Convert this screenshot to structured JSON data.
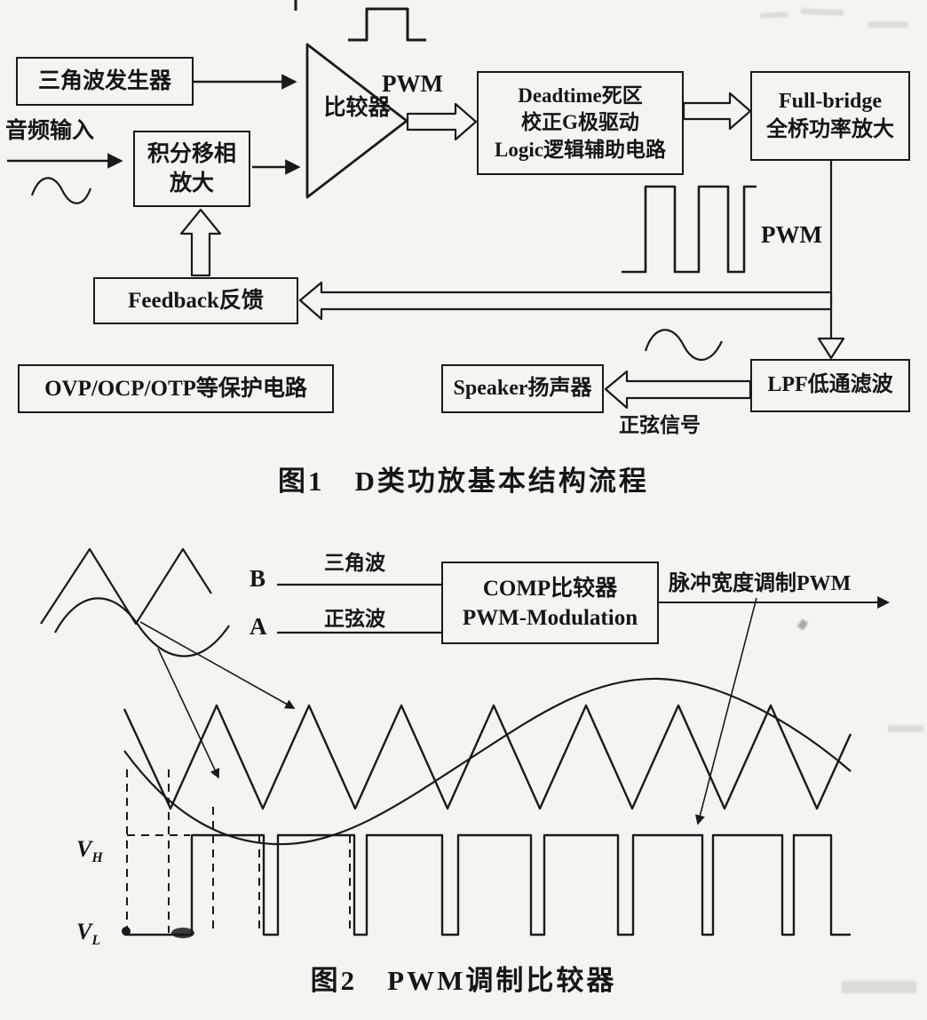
{
  "colors": {
    "ink": "#1a1a1a",
    "paper": "#f5f4f0"
  },
  "figure1": {
    "caption": "图1　D类功放基本结构流程",
    "blocks": {
      "triangle_generator": "三角波发生器",
      "integrator_line1": "积分移相",
      "integrator_line2": "放大",
      "comparator": "比较器",
      "deadtime_line1": "Deadtime死区",
      "deadtime_line2": "校正G极驱动",
      "deadtime_line3": "Logic逻辑辅助电路",
      "fullbridge_line1": "Full-bridge",
      "fullbridge_line2": "全桥功率放大",
      "feedback": "Feedback反馈",
      "protection": "OVP/OCP/OTP等保护电路",
      "speaker": "Speaker扬声器",
      "lpf": "LPF低通滤波"
    },
    "labels": {
      "audio_input": "音频输入",
      "pwm_comparator": "PWM",
      "pwm_bridge": "PWM",
      "sine_signal": "正弦信号"
    }
  },
  "figure2": {
    "caption": "图2　PWM调制比较器",
    "blocks": {
      "comp_line1": "COMP比较器",
      "comp_line2": "PWM-Modulation"
    },
    "labels": {
      "input_b": "B",
      "input_a": "A",
      "triangle_wave": "三角波",
      "sine_wave": "正弦波",
      "pwm_output": "脉冲宽度调制PWM",
      "v_high_base": "V",
      "v_high_sub": "H",
      "v_low_base": "V",
      "v_low_sub": "L"
    }
  },
  "icons": {
    "pulse-waveform-icon": "square pulse glyph",
    "audio-sine-icon": "sine cycle glyph",
    "lpf-sine-icon": "sine cycle glyph",
    "triangle-wave-icon": "triangle wave glyph",
    "fig2-sine-icon": "sine wave glyph"
  }
}
